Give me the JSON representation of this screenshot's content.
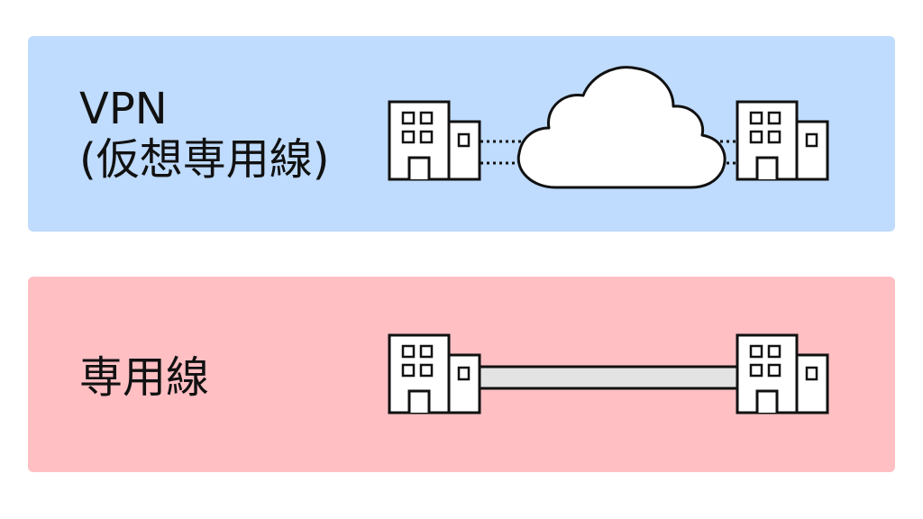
{
  "colors": {
    "vpn_panel": "#bfdbfd",
    "leased_panel": "#ffbfc3",
    "stroke": "#111111",
    "line_fill": "#e3e3e3",
    "building_fill": "#ffffff"
  },
  "vpn": {
    "label_line1": "VPN",
    "label_line2": "(仮想専用線)"
  },
  "leased": {
    "label": "専用線"
  },
  "icons": {
    "building": "office-building-icon",
    "cloud": "internet-cloud-icon"
  }
}
